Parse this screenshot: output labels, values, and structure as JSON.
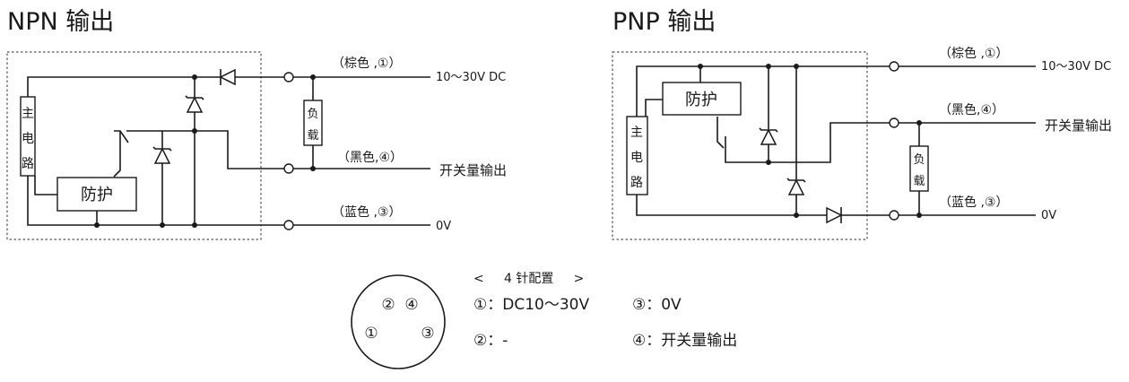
{
  "npn": {
    "title": "NPN 输出",
    "main_circuit": "主电路",
    "protection": "防护",
    "load": "负载",
    "wire_brown": "（棕色 ,①）",
    "wire_black": "（黑色,④）",
    "wire_blue": "（蓝色 ,③）",
    "supply": "10～30V DC",
    "switch_output": "开关量输出",
    "zero_volt": "0V"
  },
  "pnp": {
    "title": "PNP 输出",
    "main_circuit": "主电路",
    "protection": "防护",
    "load": "负载",
    "wire_brown": "（棕色 ,①）",
    "wire_black": "（黑色,④）",
    "wire_blue": "（蓝色 ,③）",
    "supply": "10～30V DC",
    "switch_output": "开关量输出",
    "zero_volt": "0V"
  },
  "pin_config": {
    "heading": "<     4 针配置     >",
    "connector_pins": [
      "②",
      "④",
      "①",
      "③"
    ],
    "pin1": "①：DC10～30V",
    "pin2": "②：-",
    "pin3": "③：0V",
    "pin4": "④：开关量输出"
  }
}
